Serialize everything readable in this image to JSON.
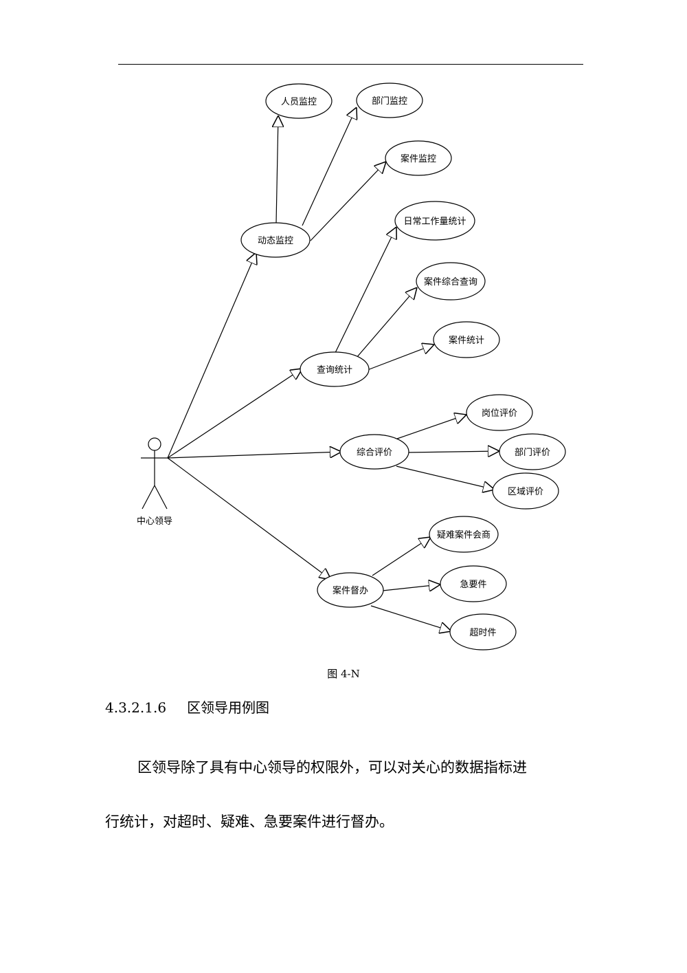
{
  "figure": {
    "actor": {
      "label": "中心领导"
    },
    "nodes": {
      "dynamic_monitor": "动态监控",
      "person_monitor": "人员监控",
      "dept_monitor": "部门监控",
      "case_monitor": "案件监控",
      "query_stats": "查询统计",
      "daily_workload": "日常工作量统计",
      "case_query": "案件综合查询",
      "case_stats": "案件统计",
      "eval": "综合评价",
      "post_eval": "岗位评价",
      "dept_eval": "部门评价",
      "area_eval": "区域评价",
      "supervise": "案件督办",
      "hard_case": "疑难案件会商",
      "urgent": "急要件",
      "overdue": "超时件"
    },
    "caption": "图 4-N"
  },
  "section": {
    "number": "4.3.2.1.6",
    "title": "区领导用例图"
  },
  "paragraph": {
    "line1": "区领导除了具有中心领导的权限外，可以对关心的数据指标进",
    "line2": "行统计，对超时、疑难、急要案件进行督办。"
  }
}
